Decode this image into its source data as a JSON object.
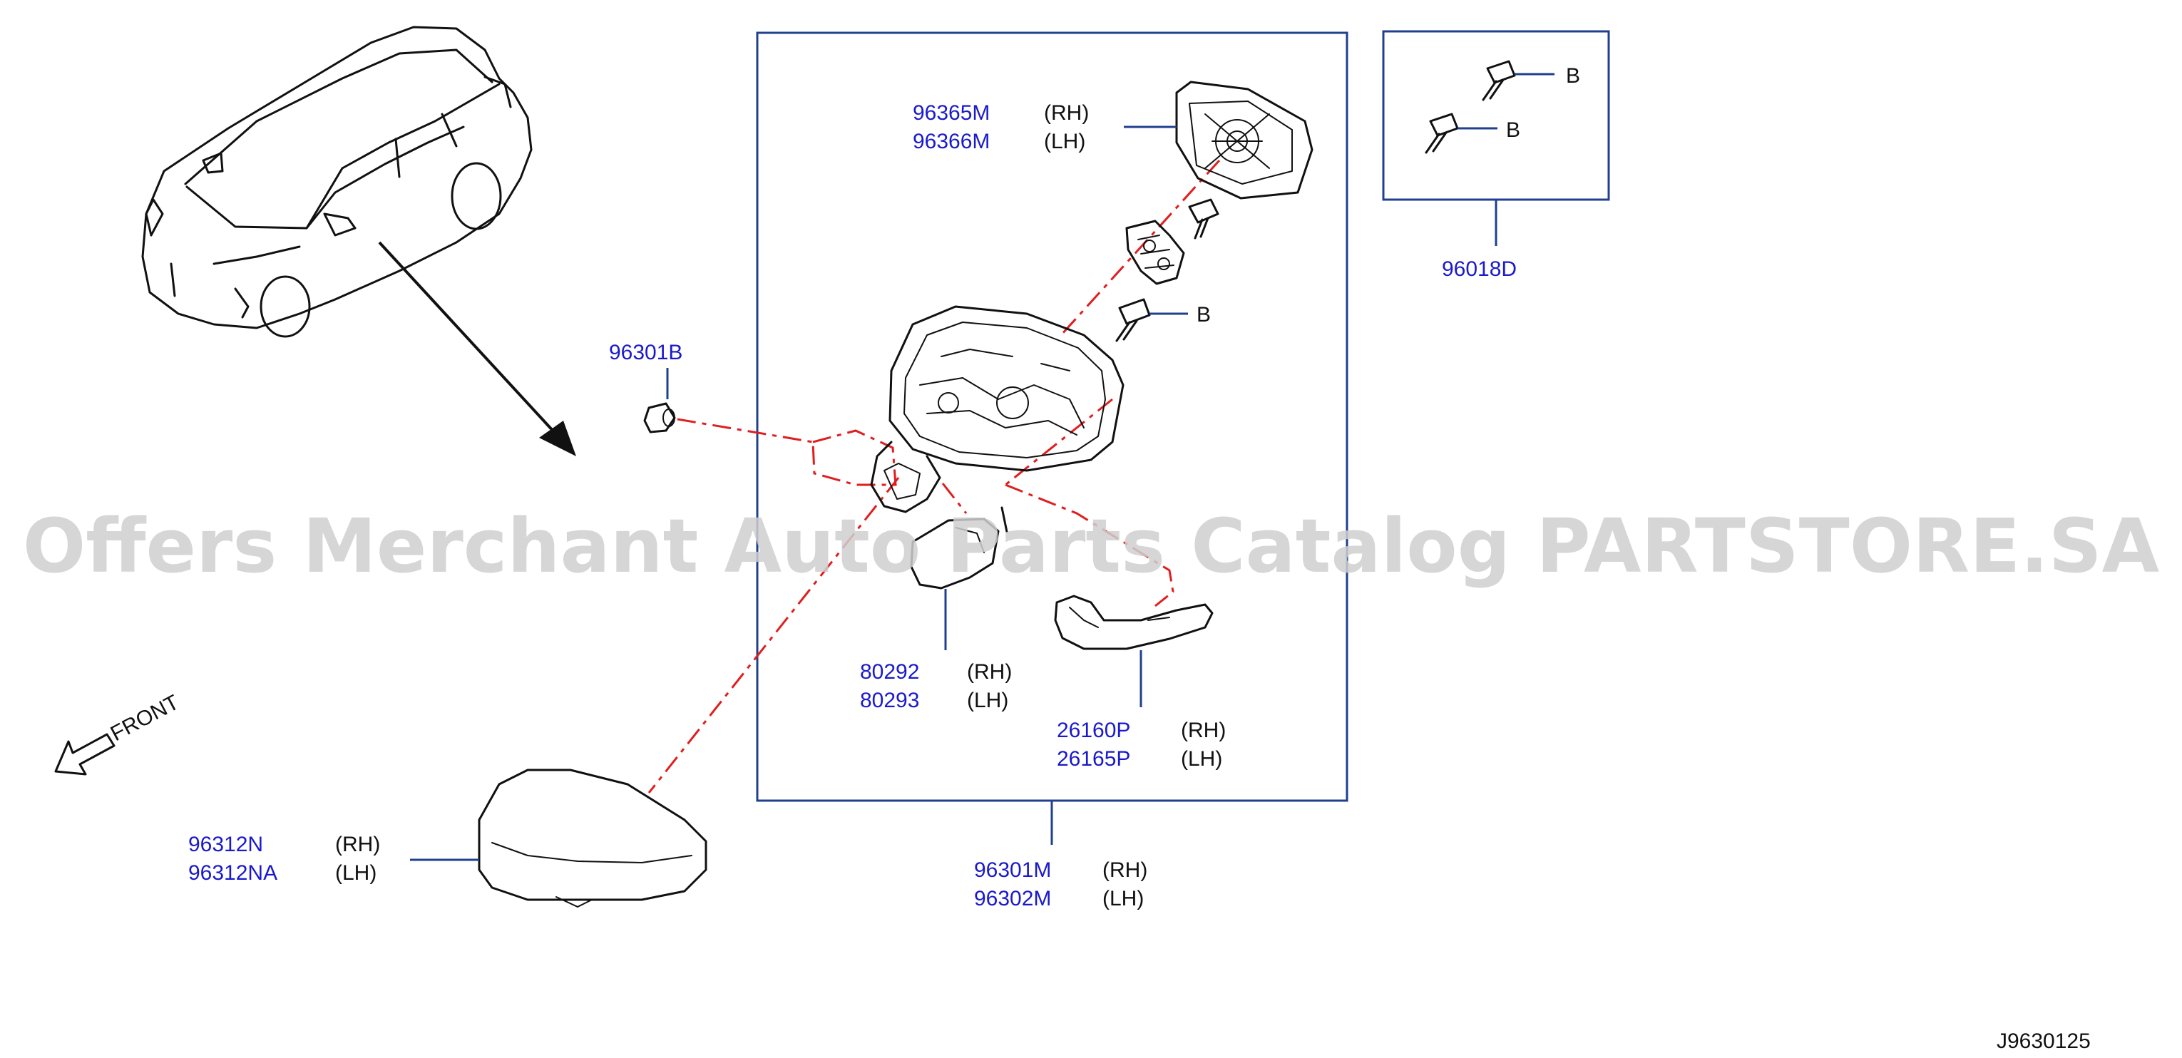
{
  "watermark": "Offers Merchant Auto Parts Catalog PARTSTORE.SA",
  "diagram_id": "J9630125",
  "front_label": "FRONT",
  "parts": {
    "mirror_glass": {
      "rh_no": "96365M",
      "rh": "(RH)",
      "lh_no": "96366M",
      "lh": "(LH)"
    },
    "screw_set": {
      "no": "96018D",
      "b1": "B",
      "b2": "B"
    },
    "bolt_b": "B",
    "cap_nut": {
      "no": "96301B"
    },
    "base_cover": {
      "rh_no": "80292",
      "rh": "(RH)",
      "lh_no": "80293",
      "lh": "(LH)"
    },
    "turn_lamp": {
      "rh_no": "26160P",
      "rh": "(RH)",
      "lh_no": "26165P",
      "lh": "(LH)"
    },
    "mirror_cover": {
      "rh_no": "96312N",
      "rh": "(RH)",
      "lh_no": "96312NA",
      "lh": "(LH)"
    },
    "mirror_assy": {
      "rh_no": "96301M",
      "rh": "(RH)",
      "lh_no": "96302M",
      "lh": "(LH)"
    }
  },
  "colors": {
    "part_number": "#1a1acc",
    "leader": "#1f3f8f",
    "dash": "#e01e1e"
  }
}
